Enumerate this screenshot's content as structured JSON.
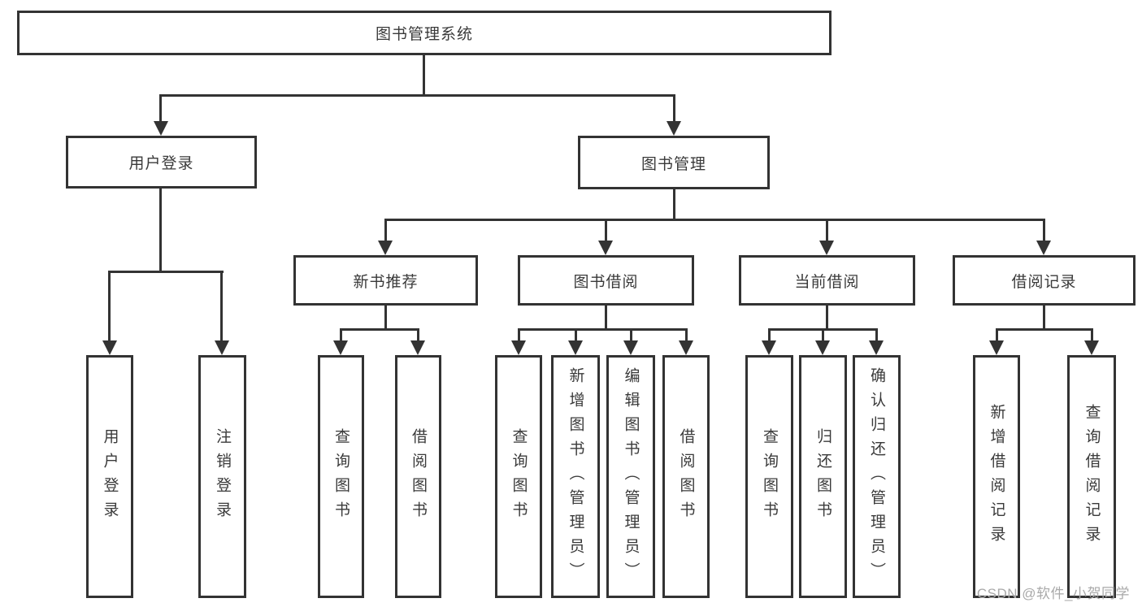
{
  "diagram_type": "hierarchy",
  "root": {
    "label": "图书管理系统"
  },
  "branches": [
    {
      "label": "用户登录",
      "children": [
        {
          "label": "用户登录"
        },
        {
          "label": "注销登录"
        }
      ]
    },
    {
      "label": "图书管理",
      "children": [
        {
          "label": "新书推荐",
          "children": [
            {
              "label": "查询图书"
            },
            {
              "label": "借阅图书"
            }
          ]
        },
        {
          "label": "图书借阅",
          "children": [
            {
              "label": "查询图书"
            },
            {
              "label": "新增图书（管理员）"
            },
            {
              "label": "编辑图书（管理员）"
            },
            {
              "label": "借阅图书"
            }
          ]
        },
        {
          "label": "当前借阅",
          "children": [
            {
              "label": "查询图书"
            },
            {
              "label": "归还图书"
            },
            {
              "label": "确认归还（管理员）"
            }
          ]
        },
        {
          "label": "借阅记录",
          "children": [
            {
              "label": "新增借阅记录"
            },
            {
              "label": "查询借阅记录"
            }
          ]
        }
      ]
    }
  ],
  "watermark": "CSDN @软件_小贺同学",
  "colors": {
    "line": "#333333",
    "text": "#3a3a3a",
    "watermark": "#a9a9a9",
    "background": "#ffffff"
  }
}
